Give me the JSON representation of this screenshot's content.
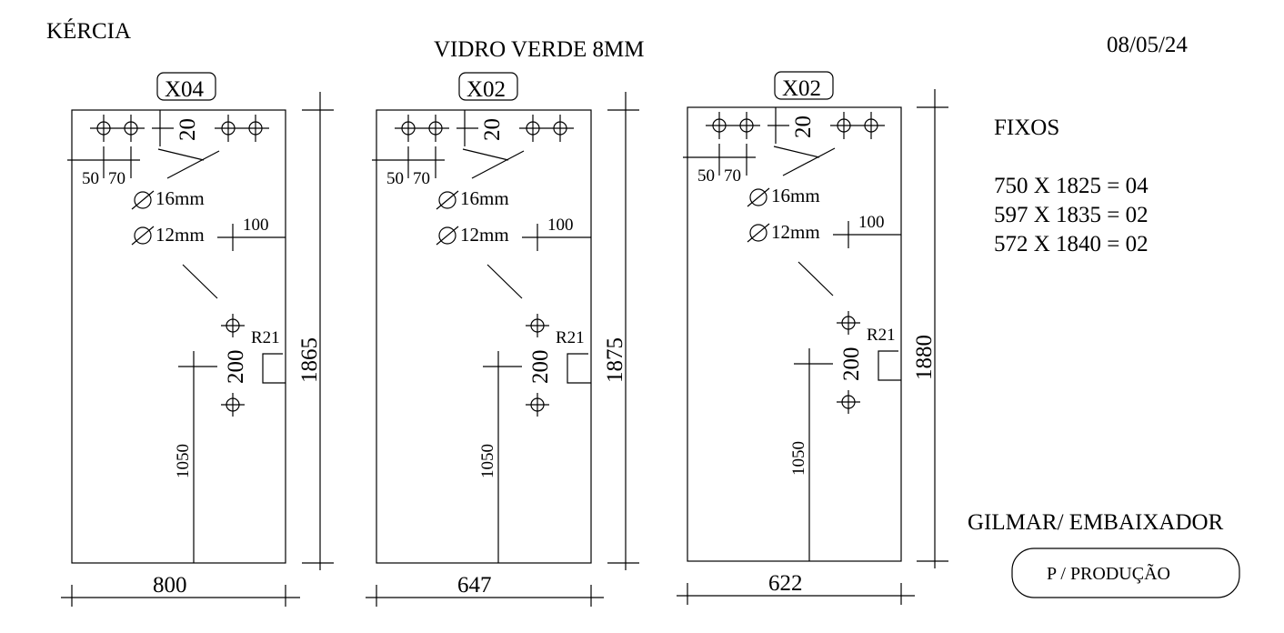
{
  "client": "KÉRCIA",
  "material": "VIDRO VERDE 8MM",
  "date": "08/05/24",
  "section_title": "FIXOS",
  "fixos": [
    "750 X 1825 = 04",
    "597 X 1835 = 02",
    "572 X 1840 = 02"
  ],
  "installer": "GILMAR/ EMBAIXADOR",
  "stamp": "P / PRODUÇÃO",
  "panels": [
    {
      "qty": "X04",
      "width": "800",
      "height": "1865",
      "hole_top_offset": "20",
      "hole_spacing_a": "50",
      "hole_spacing_b": "70",
      "hole_16": "16mm",
      "hole_12": "12mm",
      "side_offset": "100",
      "radius": "R21",
      "lower_spacing": "200",
      "lower_height": "1050"
    },
    {
      "qty": "X02",
      "width": "647",
      "height": "1875",
      "hole_top_offset": "20",
      "hole_spacing_a": "50",
      "hole_spacing_b": "70",
      "hole_16": "16mm",
      "hole_12": "12mm",
      "side_offset": "100",
      "radius": "R21",
      "lower_spacing": "200",
      "lower_height": "1050"
    },
    {
      "qty": "X02",
      "width": "622",
      "height": "1880",
      "hole_top_offset": "20",
      "hole_spacing_a": "50",
      "hole_spacing_b": "70",
      "hole_16": "16mm",
      "hole_12": "12mm",
      "side_offset": "100",
      "radius": "R21",
      "lower_spacing": "200",
      "lower_height": "1050"
    }
  ]
}
